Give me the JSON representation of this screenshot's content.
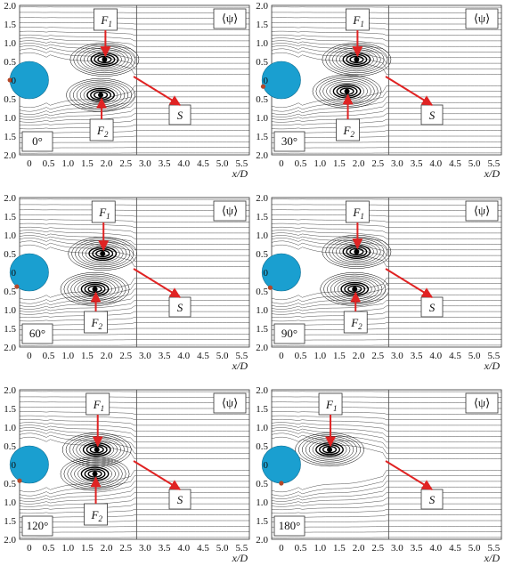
{
  "colors": {
    "cylinder": "#1a9fd0",
    "separation_point": "#b5482a",
    "arrow": "#e02323",
    "streamline": "#1a1a1a"
  },
  "y_ticks": [
    "2.0",
    "1.5",
    "1.0",
    "0.5",
    "0",
    "0.5",
    "1.0",
    "1.5",
    "2.0"
  ],
  "x_ticks": [
    "0",
    "0.5",
    "1.0",
    "1.5",
    "2.0",
    "2.5",
    "3.0",
    "3.5",
    "4.0",
    "4.5",
    "5.0",
    "5.5"
  ],
  "x_label": "x/D",
  "field_label": "⟨ψ⟩",
  "focus_labels": {
    "f1_main": "F",
    "f1_sub": "1",
    "f2_main": "F",
    "f2_sub": "2"
  },
  "saddle_label": "S",
  "panels": [
    {
      "angle": "0°",
      "sep_angle": 180,
      "f1": [
        1.95,
        0.55
      ],
      "f2": [
        1.85,
        -0.4
      ],
      "sep": 150
    },
    {
      "angle": "30°",
      "sep_angle": 200,
      "f1": [
        1.95,
        0.55
      ],
      "f2": [
        1.7,
        -0.3
      ],
      "sep": 150
    },
    {
      "angle": "60°",
      "sep_angle": 230,
      "f1": [
        1.9,
        0.5
      ],
      "f2": [
        1.7,
        -0.45
      ],
      "sep": 150
    },
    {
      "angle": "90°",
      "sep_angle": 235,
      "f1": [
        1.95,
        0.55
      ],
      "f2": [
        1.9,
        -0.45
      ],
      "sep": 150
    },
    {
      "angle": "120°",
      "sep_angle": 240,
      "f1": [
        1.75,
        0.4
      ],
      "f2": [
        1.7,
        -0.25
      ],
      "sep": 150
    },
    {
      "angle": "180°",
      "sep_angle": 270,
      "f1": [
        1.25,
        0.4
      ],
      "f2": null,
      "sep": 150
    }
  ]
}
